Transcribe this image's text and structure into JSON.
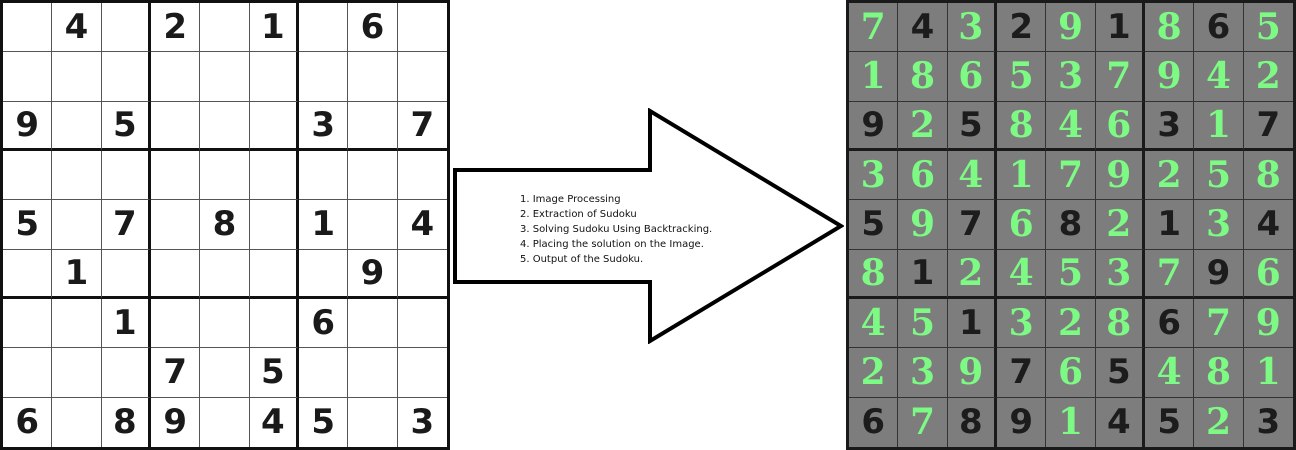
{
  "input_puzzle": {
    "rows": [
      [
        "",
        "4",
        "",
        "2",
        "",
        "1",
        "",
        "6",
        ""
      ],
      [
        "",
        "",
        "",
        "",
        "",
        "",
        "",
        "",
        ""
      ],
      [
        "9",
        "",
        "5",
        "",
        "",
        "",
        "3",
        "",
        "7"
      ],
      [
        "",
        "",
        "",
        "",
        "",
        "",
        "",
        "",
        ""
      ],
      [
        "5",
        "",
        "7",
        "",
        "8",
        "",
        "1",
        "",
        "4"
      ],
      [
        "",
        "1",
        "",
        "",
        "",
        "",
        "",
        "9",
        ""
      ],
      [
        "",
        "",
        "1",
        "",
        "",
        "",
        "6",
        "",
        ""
      ],
      [
        "",
        "",
        "",
        "7",
        "",
        "5",
        "",
        "",
        ""
      ],
      [
        "6",
        "",
        "8",
        "9",
        "",
        "4",
        "5",
        "",
        "3"
      ]
    ]
  },
  "solution": {
    "rows": [
      [
        "7",
        "4",
        "3",
        "2",
        "9",
        "1",
        "8",
        "6",
        "5"
      ],
      [
        "1",
        "8",
        "6",
        "5",
        "3",
        "7",
        "9",
        "4",
        "2"
      ],
      [
        "9",
        "2",
        "5",
        "8",
        "4",
        "6",
        "3",
        "1",
        "7"
      ],
      [
        "3",
        "6",
        "4",
        "1",
        "7",
        "9",
        "2",
        "5",
        "8"
      ],
      [
        "5",
        "9",
        "7",
        "6",
        "8",
        "2",
        "1",
        "3",
        "4"
      ],
      [
        "8",
        "1",
        "2",
        "4",
        "5",
        "3",
        "7",
        "9",
        "6"
      ],
      [
        "4",
        "5",
        "1",
        "3",
        "2",
        "8",
        "6",
        "7",
        "9"
      ],
      [
        "2",
        "3",
        "9",
        "7",
        "6",
        "5",
        "4",
        "8",
        "1"
      ],
      [
        "6",
        "7",
        "8",
        "9",
        "1",
        "4",
        "5",
        "2",
        "3"
      ]
    ],
    "given_digit_color": "#1c1c1c",
    "filled_digit_color": "#7dfa84",
    "board_color": "#7d7d7d"
  },
  "arrow": {
    "icon": "right-arrow-icon",
    "steps": [
      "1. Image Processing",
      "2. Extraction of Sudoku",
      "3. Solving Sudoku Using Backtracking.",
      "4. Placing the solution on the Image.",
      "5. Output of the Sudoku."
    ]
  }
}
